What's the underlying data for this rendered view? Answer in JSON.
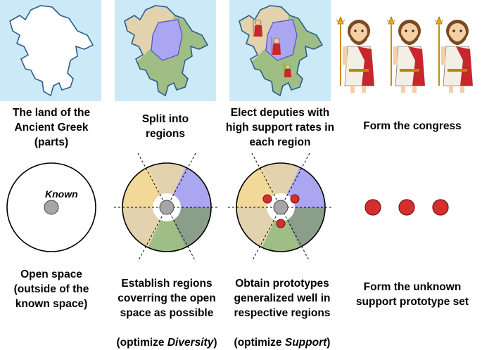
{
  "captions": {
    "land": "The land of the\nAncient Greek\n(parts)",
    "split": "Split into\nregions",
    "elect": "Elect deputies with\nhigh support rates in\neach region",
    "congress": "Form the congress",
    "open_space": "Open space\n(outside of the\nknown space)",
    "establish_lines": "Establish regions\ncoverring the open\nspace as possible",
    "establish_prefix": "(optimize ",
    "establish_emph": "Diversity",
    "establish_suffix": ")",
    "obtain_lines": "Obtain prototypes\ngeneralized well in\nrespective regions",
    "obtain_prefix": "(optimize ",
    "obtain_emph": "Support",
    "obtain_suffix": ")",
    "unknown": "Form the unknown\nsupport prototype set"
  },
  "known_label": "Known",
  "colors": {
    "sea": "#cce9f7",
    "land": "#ffffff",
    "region_yellow": "#f2d99a",
    "region_purple": "#aaa6f2",
    "region_green": "#9ebe86",
    "region_tan": "#e2d2ae",
    "region_grey": "#8a9e8a",
    "prototype_red": "#d42e2e",
    "known_grey": "#a6a6a6",
    "deputy_robe": "#c8262c",
    "coast": "#2a5e8c"
  },
  "icons": [
    "greece-map",
    "greece-regions-map",
    "greece-deputies-map",
    "deputy-figure"
  ]
}
